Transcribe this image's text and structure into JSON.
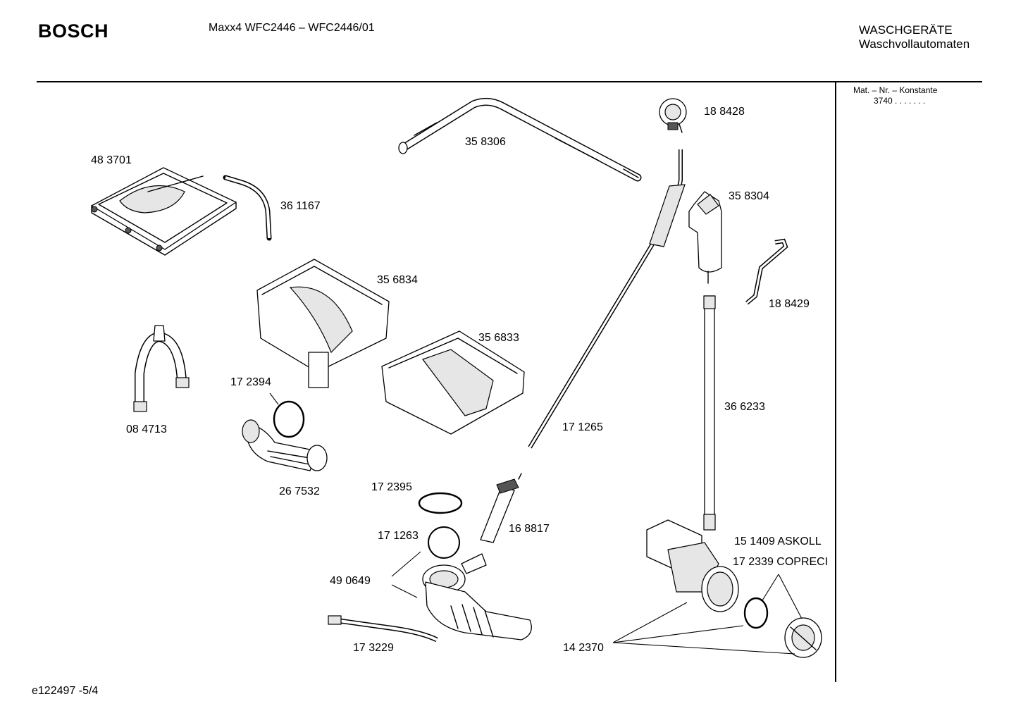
{
  "header": {
    "brand": "BOSCH",
    "model": "Maxx4 WFC2446 – WFC2446/01",
    "category_line1": "WASCHGERÄTE",
    "category_line2": "Waschvollautomaten"
  },
  "sidebar": {
    "mat_label": "Mat. – Nr. – Konstante",
    "mat_value": "3740 . . .   . . . ."
  },
  "footer": {
    "drawing_id": "e122497 -5/4"
  },
  "parts": [
    {
      "id": "p483701",
      "label": "48 3701"
    },
    {
      "id": "p361167",
      "label": "36 1167"
    },
    {
      "id": "p358306",
      "label": "35 8306"
    },
    {
      "id": "p188428",
      "label": "18 8428"
    },
    {
      "id": "p358304",
      "label": "35 8304"
    },
    {
      "id": "p356834",
      "label": "35 6834"
    },
    {
      "id": "p188429",
      "label": "18 8429"
    },
    {
      "id": "p356833",
      "label": "35 6833"
    },
    {
      "id": "p172394",
      "label": "17 2394"
    },
    {
      "id": "p084713",
      "label": "08 4713"
    },
    {
      "id": "p366233",
      "label": "36 6233"
    },
    {
      "id": "p171265",
      "label": "17 1265"
    },
    {
      "id": "p267532",
      "label": "26 7532"
    },
    {
      "id": "p172395",
      "label": "17 2395"
    },
    {
      "id": "p168817",
      "label": "16 8817"
    },
    {
      "id": "p171263",
      "label": "17 1263"
    },
    {
      "id": "p151409",
      "label": "15 1409 ASKOLL"
    },
    {
      "id": "p172339",
      "label": "17 2339 COPRECI"
    },
    {
      "id": "p490649",
      "label": "49 0649"
    },
    {
      "id": "p142370",
      "label": "14 2370"
    },
    {
      "id": "p173229",
      "label": "17 3229"
    }
  ]
}
